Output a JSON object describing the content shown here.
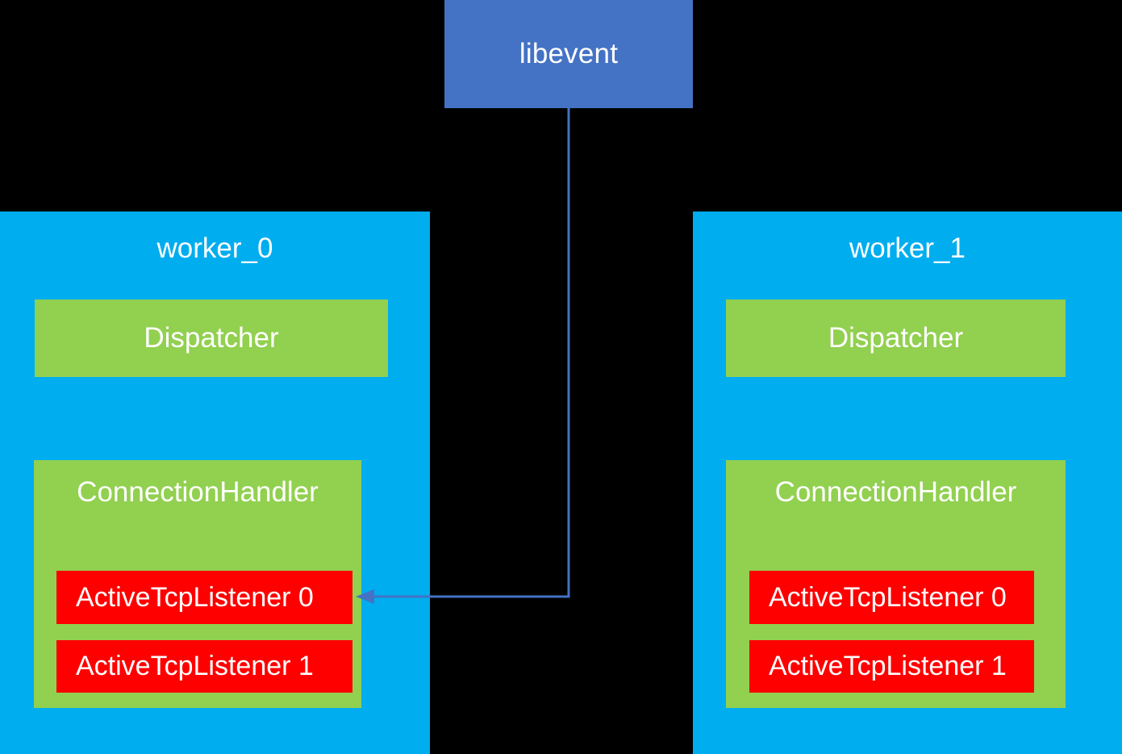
{
  "diagram": {
    "title_hidden": "",
    "background_color": "#000000",
    "event_loop": {
      "label": "libevent",
      "color": "#4472C4"
    },
    "connector": {
      "name": "libevent-to-listener-arrow",
      "color": "#4472C4",
      "from": "libevent",
      "to": "worker_0 / ActiveTcpListener 0",
      "direction": "left"
    },
    "workers": [
      {
        "title": "worker_0",
        "color": "#00ADEF",
        "dispatcher": {
          "label": "Dispatcher",
          "color": "#92D050"
        },
        "connection_handler": {
          "label": "ConnectionHandler",
          "color": "#92D050",
          "listeners": [
            {
              "label": "ActiveTcpListener 0",
              "color": "#FF0000"
            },
            {
              "label": "ActiveTcpListener 1",
              "color": "#FF0000"
            }
          ]
        }
      },
      {
        "title": "worker_1",
        "color": "#00ADEF",
        "dispatcher": {
          "label": "Dispatcher",
          "color": "#92D050"
        },
        "connection_handler": {
          "label": "ConnectionHandler",
          "color": "#92D050",
          "listeners": [
            {
              "label": "ActiveTcpListener 0",
              "color": "#FF0000"
            },
            {
              "label": "ActiveTcpListener 1",
              "color": "#FF0000"
            }
          ]
        }
      }
    ]
  }
}
